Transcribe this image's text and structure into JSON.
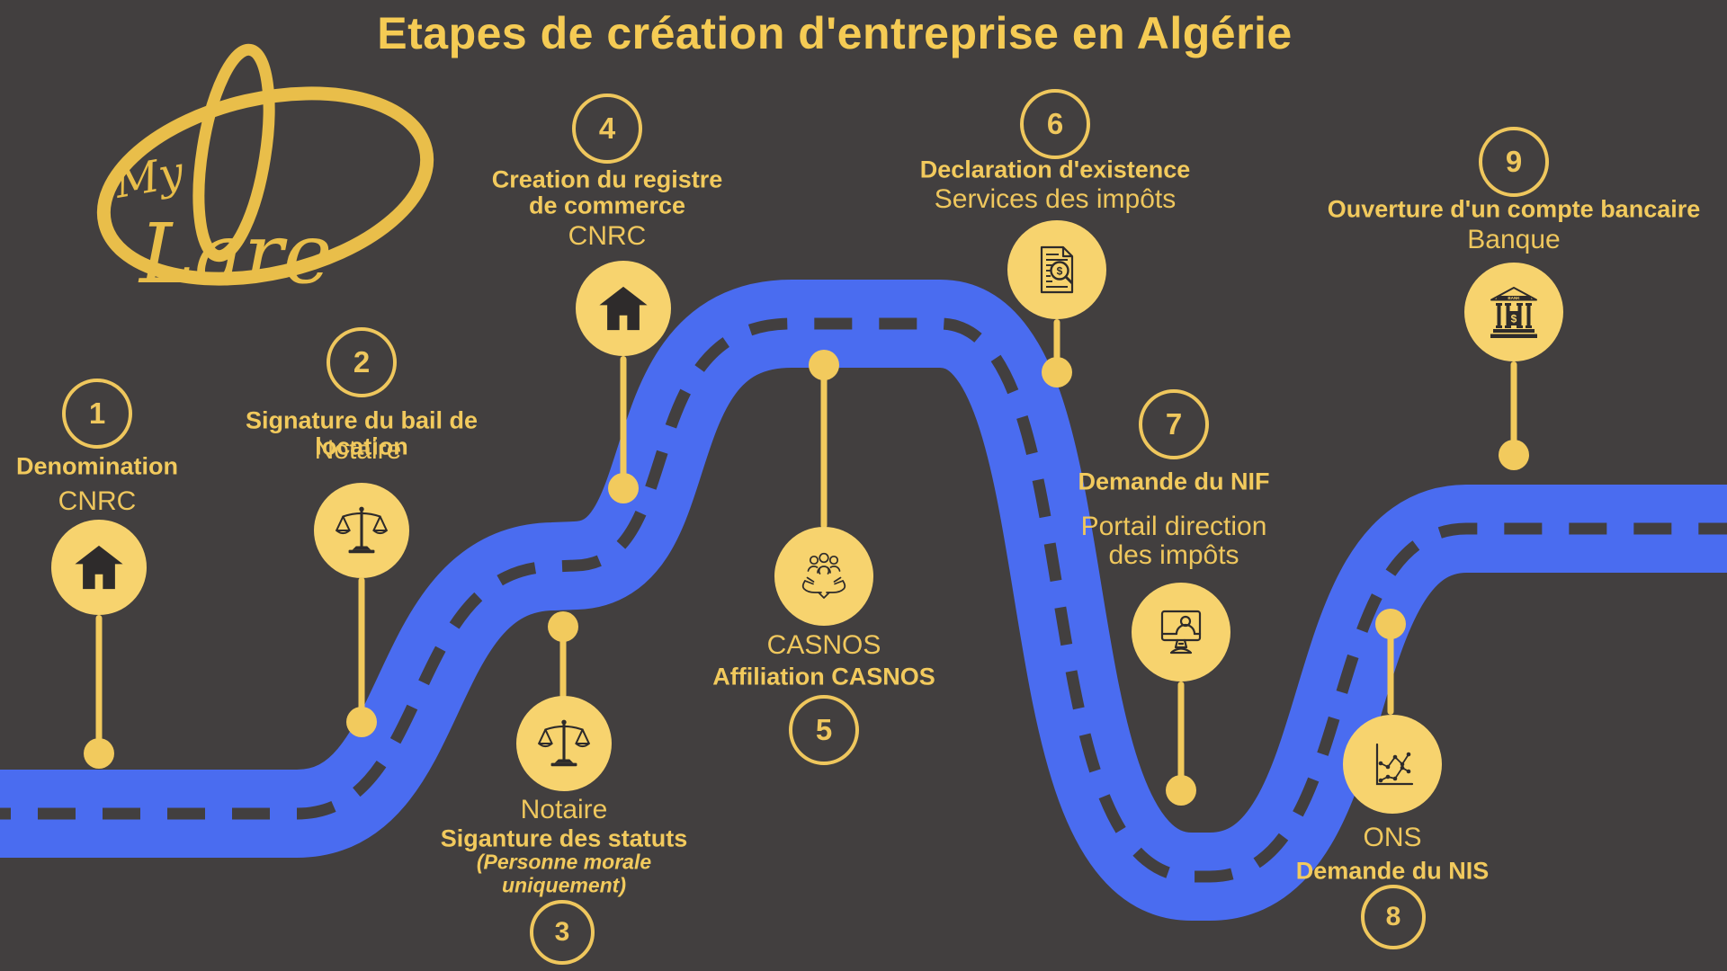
{
  "title": "Etapes de création d'entreprise en Algérie",
  "logo": {
    "word1": "My",
    "word2": "Lare"
  },
  "colors": {
    "background": "#423F3F",
    "road_blue": "#4A6CF0",
    "text_yellow": "#F2CA5D",
    "icon_circle_yellow": "#F7D36E",
    "logo_gold": "#E9BE4A",
    "icon_glyph_dark": "#2E2B2B"
  },
  "icons": {
    "bank_label": "BANK",
    "bank_symbol": "$",
    "tax_symbol": "$"
  },
  "steps": [
    {
      "number": "1",
      "name": "Denomination",
      "org": "CNRC",
      "icon": "house-icon"
    },
    {
      "number": "2",
      "name_line1": "Signature du bail de",
      "name_line2": "location",
      "org": "Notaire",
      "icon": "scales-icon"
    },
    {
      "number": "3",
      "org": "Notaire",
      "name": "Siganture des statuts",
      "note_line1": "(Personne morale",
      "note_line2": "uniquement)",
      "icon": "scales-icon"
    },
    {
      "number": "4",
      "name_line1": "Creation du registre",
      "name_line2": "de commerce",
      "org": "CNRC",
      "icon": "house-icon"
    },
    {
      "number": "5",
      "org": "CASNOS",
      "name": "Affiliation CASNOS",
      "icon": "community-hands-icon"
    },
    {
      "number": "6",
      "name": "Declaration d'existence",
      "org": "Services des impôts",
      "icon": "tax-document-search-icon"
    },
    {
      "number": "7",
      "name": "Demande du NIF",
      "org_line1": "Portail direction",
      "org_line2": "des impôts",
      "icon": "online-portal-icon"
    },
    {
      "number": "8",
      "org": "ONS",
      "name": "Demande du NIS",
      "icon": "statistics-chart-icon"
    },
    {
      "number": "9",
      "name": "Ouverture d'un compte bancaire",
      "org": "Banque",
      "icon": "bank-icon"
    }
  ]
}
